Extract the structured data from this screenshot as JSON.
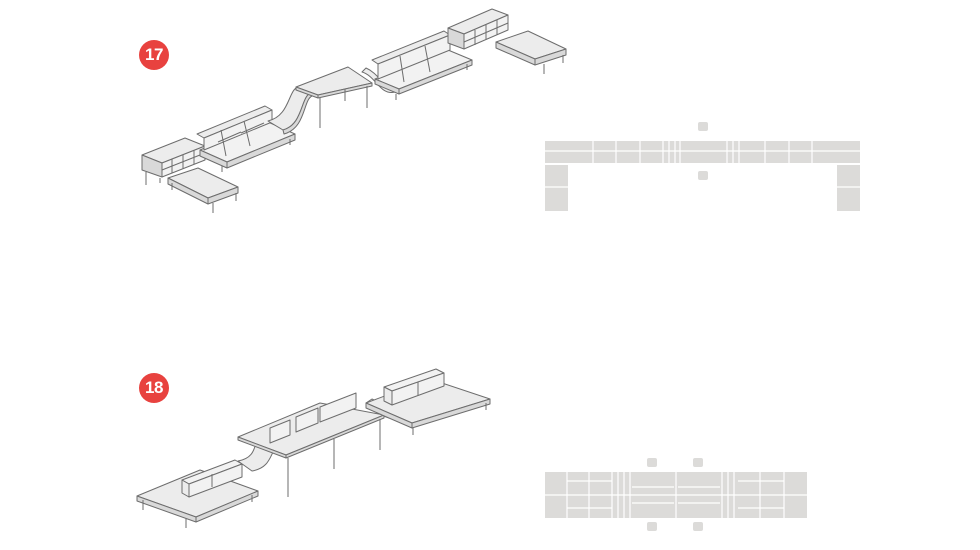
{
  "configurations": [
    {
      "number": "17",
      "badge_color": "#e8423f",
      "iso_icon": "sofa-table-bench-isometric",
      "plan_icon": "sofa-table-bench-floorplan"
    },
    {
      "number": "18",
      "badge_color": "#e8423f",
      "iso_icon": "bench-table-screens-isometric",
      "plan_icon": "bench-table-floorplan"
    }
  ]
}
